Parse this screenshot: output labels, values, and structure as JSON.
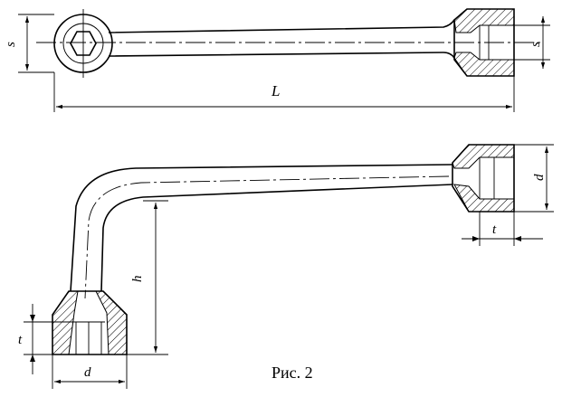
{
  "figure": {
    "caption": "Рис. 2",
    "labels": {
      "top_s_left": "s",
      "top_s_right": "s",
      "top_length": "L",
      "bottom_d_right": "d",
      "bottom_t_right": "t",
      "bottom_h": "h",
      "bottom_t_left": "t",
      "bottom_d_left": "d"
    }
  }
}
